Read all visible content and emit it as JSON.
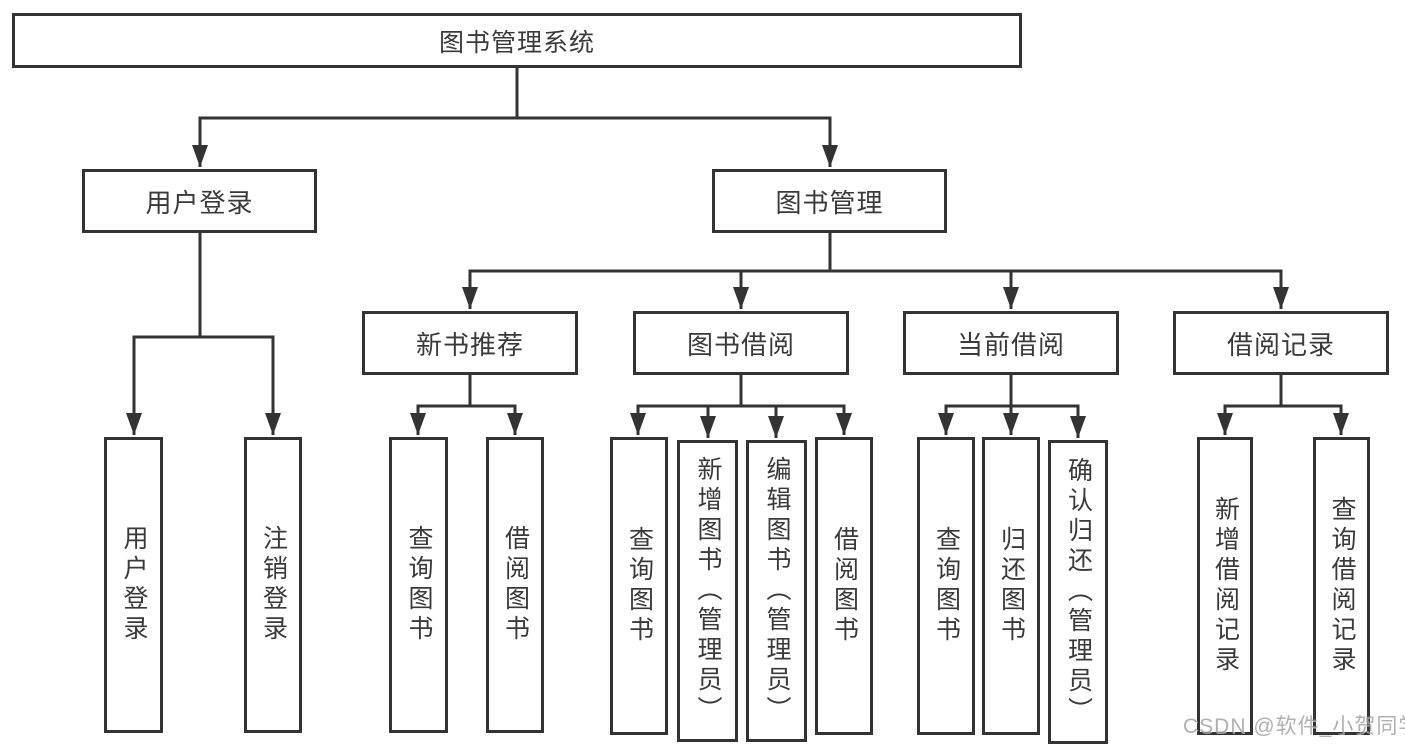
{
  "diagram": {
    "root": {
      "label": "图书管理系统"
    },
    "branches": [
      {
        "label": "用户登录",
        "children": [
          {
            "label": "用户登录"
          },
          {
            "label": "注销登录"
          }
        ]
      },
      {
        "label": "图书管理",
        "children": [
          {
            "label": "新书推荐",
            "children": [
              {
                "label": "查询图书"
              },
              {
                "label": "借阅图书"
              }
            ]
          },
          {
            "label": "图书借阅",
            "children": [
              {
                "label": "查询图书"
              },
              {
                "label": "新增图书（管理员）"
              },
              {
                "label": "编辑图书（管理员）"
              },
              {
                "label": "借阅图书"
              }
            ]
          },
          {
            "label": "当前借阅",
            "children": [
              {
                "label": "查询图书"
              },
              {
                "label": "归还图书"
              },
              {
                "label": "确认归还（管理员）"
              }
            ]
          },
          {
            "label": "借阅记录",
            "children": [
              {
                "label": "新增借阅记录"
              },
              {
                "label": "查询借阅记录"
              }
            ]
          }
        ]
      }
    ]
  },
  "watermark": {
    "text": "CSDN @软件_小贺同学"
  },
  "colors": {
    "line": "#333333",
    "text": "#3a3a3a",
    "box_background": "#ffffff",
    "watermark": "#919191"
  }
}
